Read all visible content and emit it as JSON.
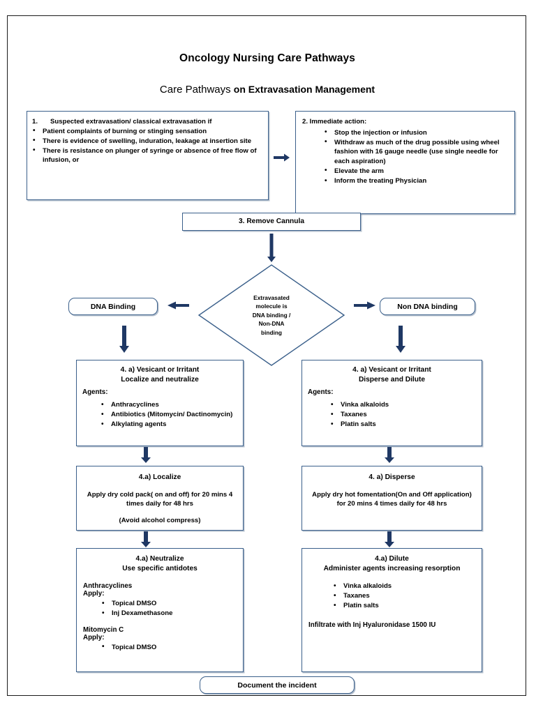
{
  "document": {
    "title_main": "Oncology Nursing Care Pathways",
    "title_sub_light": "Care Pathways",
    "title_sub_bold": "on Extravasation Management"
  },
  "theme": {
    "box_border": "#3a5f8a",
    "arrow_fill": "#1f3864",
    "page_border": "#1a1a1a",
    "text": "#000000"
  },
  "nodes": {
    "step1": {
      "name": "suspected-extravasation",
      "number": "1.",
      "heading": "Suspected extravasation/ classical extravasation if",
      "bullets": [
        "Patient complaints of burning or stinging sensation",
        "There is evidence of swelling, induration, leakage at insertion site",
        "There is resistance on plunger of syringe or absence of free flow of infusion, or"
      ]
    },
    "step2": {
      "name": "immediate-action",
      "heading": "2. Immediate action:",
      "bullets": [
        "Stop the injection or infusion",
        "Withdraw as much of the drug possible using wheel fashion with 16 gauge needle (use single needle for each aspiration)",
        "Elevate the arm",
        "Inform the treating Physician"
      ]
    },
    "step3": {
      "name": "remove-cannula",
      "label": "3. Remove Cannula"
    },
    "decision": {
      "name": "dna-binding-decision",
      "lines": [
        "Extravasated",
        "molecule is",
        "DNA binding /",
        "Non-DNA",
        "binding"
      ]
    },
    "dna_binding": {
      "name": "dna-binding",
      "label": "DNA Binding"
    },
    "non_dna_binding": {
      "name": "non-dna-binding",
      "label": "Non DNA binding"
    },
    "left_vesicant": {
      "name": "vesicant-localize-neutralize",
      "title_line1": "4. a) Vesicant or Irritant",
      "title_line2": "Localize and neutralize",
      "agents_label": "Agents:",
      "bullets": [
        "Anthracyclines",
        "Antibiotics (Mitomycin/ Dactinomycin)",
        "Alkylating agents"
      ]
    },
    "right_vesicant": {
      "name": "vesicant-disperse-dilute",
      "title_line1": "4. a) Vesicant or Irritant",
      "title_line2": "Disperse and Dilute",
      "agents_label": "Agents:",
      "bullets": [
        "Vinka alkaloids",
        "Taxanes",
        "Platin salts"
      ]
    },
    "localize": {
      "name": "localize",
      "title": "4.a) Localize",
      "body": "Apply dry cold pack( on and off) for 20 mins 4 times daily for 48 hrs",
      "note": "(Avoid alcohol compress)"
    },
    "disperse": {
      "name": "disperse",
      "title": "4. a) Disperse",
      "body": "Apply dry hot fomentation(On and Off application) for 20 mins 4 times daily for 48 hrs"
    },
    "neutralize": {
      "name": "neutralize",
      "title_line1": "4.a) Neutralize",
      "title_line2": "Use specific antidotes",
      "group1_heading": "Anthracyclines",
      "group1_apply": "Apply:",
      "group1_bullets": [
        "Topical DMSO",
        "Inj Dexamethasone"
      ],
      "group2_heading": "Mitomycin C",
      "group2_apply": "Apply:",
      "group2_bullets": [
        "Topical DMSO"
      ]
    },
    "dilute": {
      "name": "dilute",
      "title_line1": "4.a) Dilute",
      "title_line2": "Administer agents increasing resorption",
      "bullets": [
        "Vinka alkaloids",
        "Taxanes",
        "Platin salts"
      ],
      "footer": "Infiltrate with Inj Hyaluronidase 1500 IU"
    },
    "document_incident": {
      "name": "document-the-incident",
      "label": "Document the incident"
    }
  },
  "connectors": [
    {
      "name": "arrow-step1-to-step2",
      "direction": "right"
    },
    {
      "name": "arrow-step2-to-remove-cannula",
      "direction": "down"
    },
    {
      "name": "arrow-remove-cannula-to-decision",
      "direction": "down"
    },
    {
      "name": "arrow-decision-to-dna-binding",
      "direction": "left"
    },
    {
      "name": "arrow-decision-to-non-dna-binding",
      "direction": "right"
    },
    {
      "name": "arrow-dna-binding-to-vesicant-left",
      "direction": "down"
    },
    {
      "name": "arrow-non-dna-binding-to-vesicant-right",
      "direction": "down"
    },
    {
      "name": "arrow-vesicant-left-to-localize",
      "direction": "down"
    },
    {
      "name": "arrow-vesicant-right-to-disperse",
      "direction": "down"
    },
    {
      "name": "arrow-localize-to-neutralize",
      "direction": "down"
    },
    {
      "name": "arrow-disperse-to-dilute",
      "direction": "down"
    }
  ]
}
